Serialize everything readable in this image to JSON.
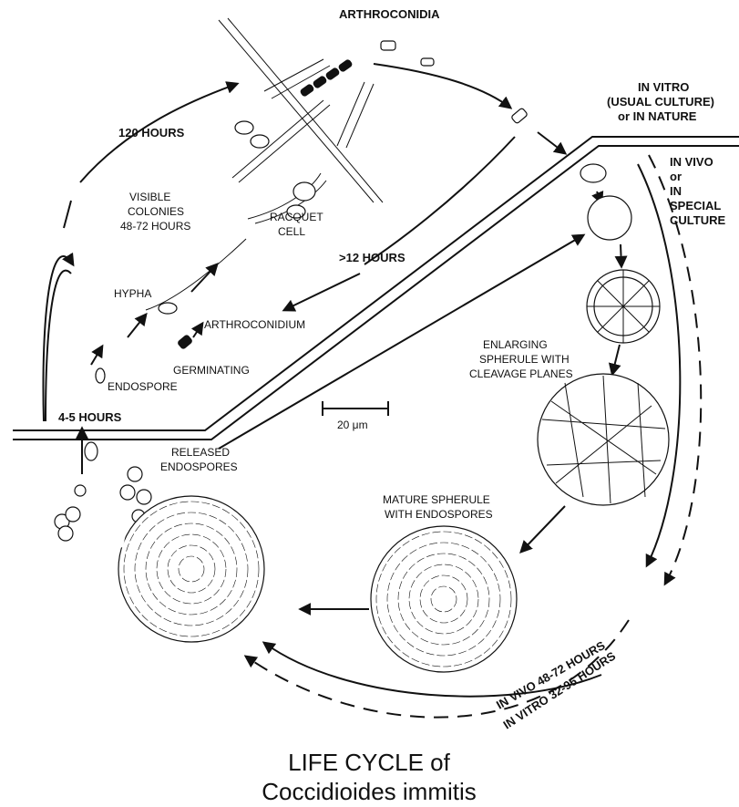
{
  "labels": {
    "arthroconidia": "ARTHROCONIDIA",
    "in_vitro_1": "IN VITRO",
    "in_vitro_2": "(USUAL CULTURE)",
    "in_vitro_3": "or IN NATURE",
    "in_vivo_1": "IN VIVO",
    "in_vivo_2": "or",
    "in_vivo_3": "IN",
    "in_vivo_4": "SPECIAL",
    "in_vivo_5": "CULTURE",
    "h120": "120 HOURS",
    "visible_1": "VISIBLE",
    "visible_2": "COLONIES",
    "visible_3": "48-72 HOURS",
    "racquet_1": "RACQUET",
    "racquet_2": "CELL",
    "h12": ">12 HOURS",
    "hypha": "HYPHA",
    "arthroconidium": "ARTHROCONIDIUM",
    "germinating": "GERMINATING",
    "endospore": "ENDOSPORE",
    "h45": "4-5 HOURS",
    "enlarging_1": "ENLARGING",
    "enlarging_2": "SPHERULE WITH",
    "enlarging_3": "CLEAVAGE PLANES",
    "scale": "20 μm",
    "released_1": "RELEASED",
    "released_2": "ENDOSPORES",
    "mature_1": "MATURE SPHERULE",
    "mature_2": "WITH ENDOSPORES",
    "vivo_hours": "IN VIVO 48-72 HOURS",
    "vitro_hours": "IN VITRO 32-96 HOURS"
  },
  "title": {
    "line1": "LIFE CYCLE of",
    "line2": "Coccidioides immitis"
  }
}
